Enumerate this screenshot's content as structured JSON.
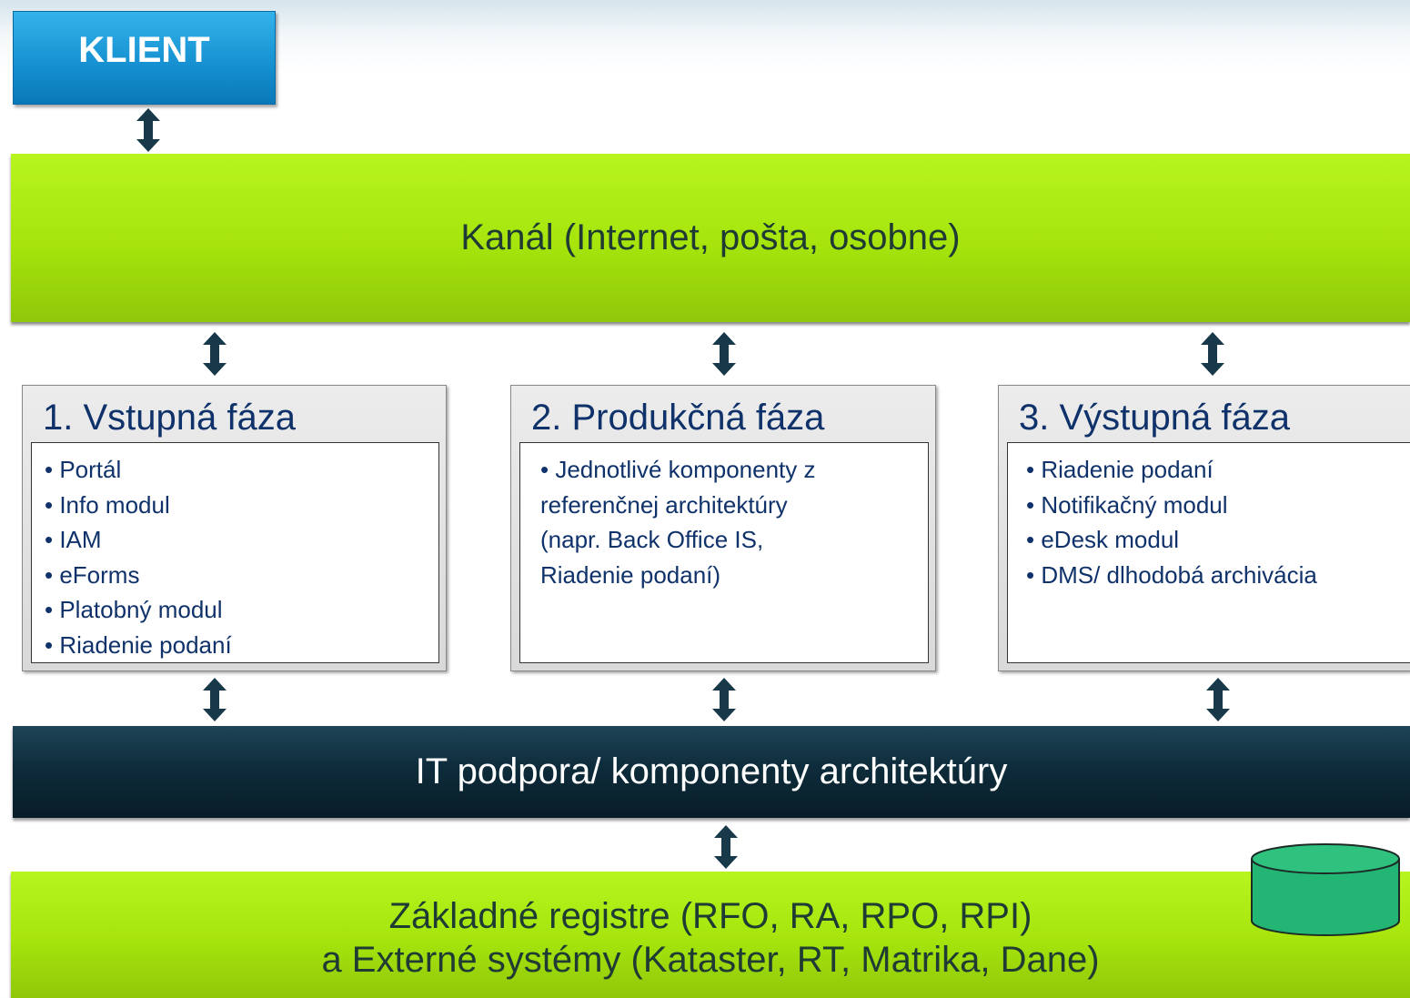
{
  "client": {
    "label": "KLIENT"
  },
  "channel": {
    "label": "Kanál (Internet, pošta, osobne)"
  },
  "phases": [
    {
      "title": "1. Vstupná fáza",
      "items": [
        "Portál",
        "Info modul",
        "IAM",
        "eForms",
        "Platobný modul",
        "Riadenie podaní"
      ]
    },
    {
      "title": "2. Produkčná fáza",
      "items": [
        "Jednotlivé komponenty z",
        "referenčnej architektúry",
        "(napr. Back Office IS,",
        "Riadenie podaní)"
      ]
    },
    {
      "title": "3. Výstupná fáza",
      "items": [
        "Riadenie podaní",
        "Notifikačný modul",
        "eDesk modul",
        "DMS/ dlhodobá archivácia"
      ]
    }
  ],
  "it_support": {
    "label": "IT podpora/ komponenty architektúry"
  },
  "registers": {
    "line1": "Základné registre (RFO, RA, RPO, RPI)",
    "line2": "a Externé systémy (Kataster, RT, Matrika, Dane)"
  },
  "colors": {
    "client_blue": "#1792d2",
    "band_green": "#a6e40c",
    "it_dark": "#0e2c3b",
    "phase_text": "#10326a",
    "arrow": "#17394a",
    "database": "#22b573"
  },
  "icons": {
    "arrow": "double-vertical-arrow-icon",
    "database": "database-cylinder-icon"
  }
}
